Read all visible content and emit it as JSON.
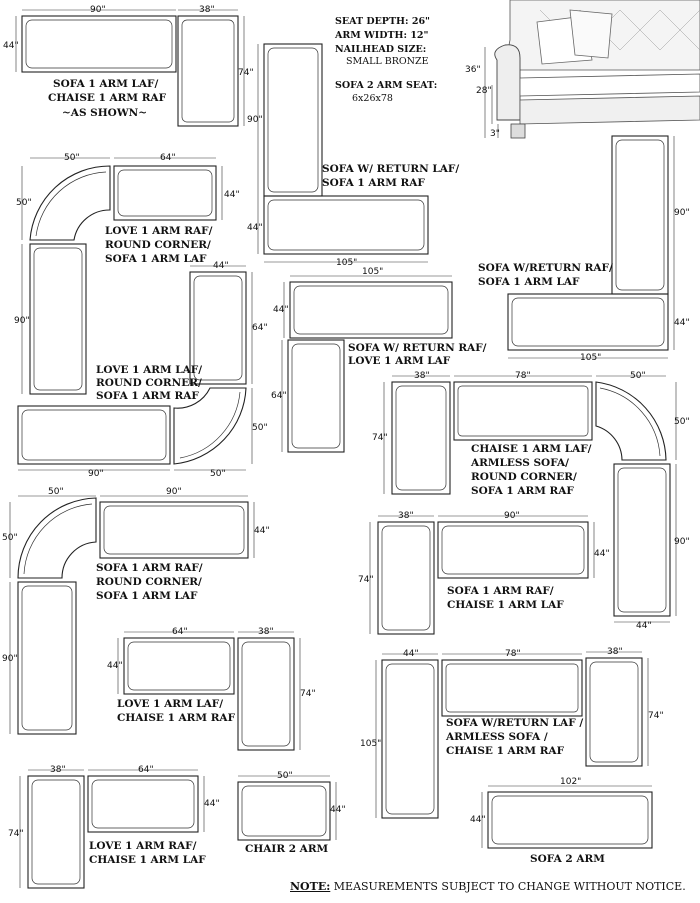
{
  "specs": {
    "seat_depth_label": "SEAT DEPTH:",
    "seat_depth_value": "26\"",
    "arm_width_label": "ARM WIDTH:",
    "arm_width_value": "12\"",
    "nailhead_label": "NAILHEAD SIZE:",
    "nailhead_value": "SMALL BRONZE",
    "sofa2_seat_label": "SOFA 2 ARM SEAT:",
    "sofa2_seat_value": "6x26x78"
  },
  "photo": {
    "height_back": "36\"",
    "height_arm": "28\"",
    "leg": "3\""
  },
  "configs": [
    {
      "label_lines": [
        "SOFA 1 ARM LAF/",
        "CHAISE 1 ARM RAF",
        "~AS SHOWN~"
      ],
      "dims": [
        "90\"",
        "38\"",
        "44\"",
        "74\""
      ]
    },
    {
      "label_lines": [
        "SOFA W/ RETURN LAF/",
        "SOFA 1 ARM RAF"
      ],
      "dims": [
        "90\"",
        "44\"",
        "105\""
      ]
    },
    {
      "label_lines": [
        "LOVE 1 ARM RAF/",
        "ROUND CORNER/",
        "SOFA 1 ARM LAF"
      ],
      "dims": [
        "50\"",
        "64\"",
        "50\"",
        "44\"",
        "90\""
      ]
    },
    {
      "label_lines": [
        "SOFA W/RETURN RAF/",
        "SOFA 1 ARM LAF"
      ],
      "dims": [
        "90\"",
        "44\"",
        "105\""
      ]
    },
    {
      "label_lines": [
        "LOVE 1 ARM LAF/",
        "ROUND CORNER/",
        "SOFA 1 ARM RAF"
      ],
      "dims": [
        "44\"",
        "64\"",
        "50\"",
        "90\"",
        "50\""
      ]
    },
    {
      "label_lines": [
        "SOFA W/ RETURN RAF/",
        "LOVE 1 ARM LAF"
      ],
      "dims": [
        "105\"",
        "44\"",
        "64\""
      ]
    },
    {
      "label_lines": [
        "CHAISE 1 ARM LAF/",
        "ARMLESS SOFA/",
        "ROUND CORNER/",
        "SOFA 1 ARM RAF"
      ],
      "dims": [
        "38\"",
        "78\"",
        "50\"",
        "74\"",
        "50\"",
        "90\"",
        "44\""
      ]
    },
    {
      "label_lines": [
        "SOFA 1 ARM RAF/",
        "ROUND CORNER/",
        "SOFA 1 ARM LAF"
      ],
      "dims": [
        "50\"",
        "90\"",
        "50\"",
        "44\"",
        "90\""
      ]
    },
    {
      "label_lines": [
        "SOFA 1 ARM RAF/",
        "CHAISE 1 ARM LAF"
      ],
      "dims": [
        "38\"",
        "90\"",
        "74\"",
        "44\""
      ]
    },
    {
      "label_lines": [
        "LOVE 1 ARM LAF/",
        "CHAISE 1 ARM RAF"
      ],
      "dims": [
        "64\"",
        "38\"",
        "44\"",
        "74\""
      ]
    },
    {
      "label_lines": [
        "SOFA W/RETURN LAF /",
        "ARMLESS SOFA /",
        "CHAISE 1 ARM RAF"
      ],
      "dims": [
        "44\"",
        "78\"",
        "38\"",
        "105\"",
        "74\""
      ]
    },
    {
      "label_lines": [
        "SOFA 2 ARM"
      ],
      "dims": [
        "102\"",
        "44\""
      ]
    },
    {
      "label_lines": [
        "LOVE 1 ARM RAF/",
        "CHAISE 1 ARM LAF"
      ],
      "dims": [
        "38\"",
        "64\"",
        "74\"",
        "44\""
      ]
    },
    {
      "label_lines": [
        "CHAIR 2 ARM"
      ],
      "dims": [
        "50\"",
        "44\""
      ]
    }
  ],
  "note": {
    "label": "NOTE:",
    "text": " MEASUREMENTS SUBJECT TO CHANGE WITHOUT NOTICE."
  }
}
